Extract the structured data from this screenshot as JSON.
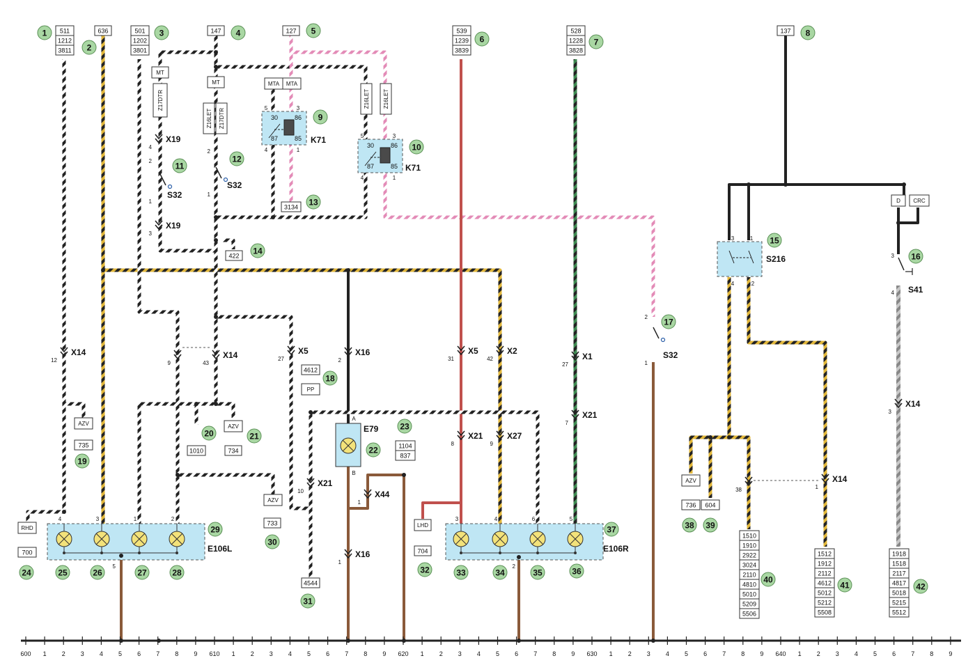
{
  "callouts": [
    "1",
    "2",
    "3",
    "4",
    "5",
    "6",
    "7",
    "8",
    "9",
    "10",
    "11",
    "12",
    "13",
    "14",
    "15",
    "16",
    "17",
    "18",
    "19",
    "20",
    "21",
    "22",
    "23",
    "24",
    "25",
    "26",
    "27",
    "28",
    "29",
    "30",
    "31",
    "32",
    "33",
    "34",
    "35",
    "36",
    "37",
    "38",
    "39",
    "40",
    "41",
    "42"
  ],
  "top_boxes": [
    [
      "511",
      "1212",
      "3811"
    ],
    [
      "636"
    ],
    [
      "501",
      "1202",
      "3801"
    ],
    [
      "147"
    ],
    [
      "127"
    ],
    [
      "539",
      "1239",
      "3839"
    ],
    [
      "528",
      "1228",
      "3828"
    ],
    [
      "137"
    ]
  ],
  "bottom_boxes": {
    "b700": [
      "700"
    ],
    "b735": [
      "735"
    ],
    "b1010": [
      "1010"
    ],
    "b734": [
      "734"
    ],
    "b733": [
      "733"
    ],
    "b4544": [
      "4544"
    ],
    "b4612": [
      "4612"
    ],
    "b1104": [
      "1104",
      "837"
    ],
    "b704": [
      "704"
    ],
    "b3134": [
      "3134"
    ],
    "b422": [
      "422"
    ],
    "b736": [
      "736"
    ],
    "b604": [
      "604"
    ],
    "b40": [
      "1510",
      "1910",
      "2922",
      "3024",
      "2110",
      "4810",
      "5010",
      "5209",
      "5506"
    ],
    "b41": [
      "1512",
      "1912",
      "2112",
      "4612",
      "5012",
      "5212",
      "5508"
    ],
    "b42": [
      "1918",
      "1518",
      "2117",
      "4817",
      "5018",
      "5215",
      "5512"
    ]
  },
  "option_labels": {
    "mt1": "MT",
    "mt2": "MT",
    "mta1": "MTA",
    "mta2": "MTA",
    "z17dtr": "Z17DTR",
    "z16let_a": "Z16LET",
    "z17dtr_b": "Z17DTR",
    "z16let_b": "Z16LET",
    "z16let_c": "Z16LET",
    "azv1": "AZV",
    "azv2": "AZV",
    "azv3": "AZV",
    "azv4": "AZV",
    "rhd": "RHD",
    "lhd": "LHD",
    "pp": "PP",
    "d": "D",
    "crc": "CRC"
  },
  "components": {
    "k71a": "K71",
    "k71b": "K71",
    "s32a": "S32",
    "s32b": "S32",
    "s32c": "S32",
    "s216": "S216",
    "s41": "S41",
    "e79": "E79",
    "e106l": "E106L",
    "e106r": "E106R"
  },
  "connectors": {
    "x19a": "X19",
    "x19b": "X19",
    "x14a": "X14",
    "x14b": "X14",
    "x14c": "X14",
    "x14d": "X14",
    "x5a": "X5",
    "x5b": "X5",
    "x16a": "X16",
    "x16b": "X16",
    "x2": "X2",
    "x1": "X1",
    "x21a": "X21",
    "x21b": "X21",
    "x21c": "X21",
    "x27": "X27",
    "x44": "X44"
  },
  "pins": {
    "relay": [
      "5",
      "3",
      "30",
      "86",
      "87",
      "85",
      "4",
      "1"
    ],
    "p4": "4",
    "p2": "2",
    "p1": "1",
    "p3": "3",
    "p12": "12",
    "p9": "9",
    "p43": "43",
    "p27": "27",
    "p31": "31",
    "p42": "42",
    "p8": "8",
    "p10": "10",
    "p7": "7",
    "p38": "38",
    "pA": "A",
    "pB": "B",
    "p6": "6",
    "p5": "5"
  },
  "ruler": [
    "600",
    "1",
    "2",
    "3",
    "4",
    "5",
    "6",
    "7",
    "8",
    "9",
    "610",
    "1",
    "2",
    "3",
    "4",
    "5",
    "6",
    "7",
    "8",
    "9",
    "620",
    "1",
    "2",
    "3",
    "4",
    "5",
    "6",
    "7",
    "8",
    "9",
    "630",
    "1",
    "2",
    "3",
    "4",
    "5",
    "6",
    "7",
    "8",
    "9",
    "640",
    "1",
    "2",
    "3",
    "4",
    "5",
    "6",
    "7",
    "8",
    "9"
  ],
  "colors": {
    "callout_fill": "#a9d7a3",
    "component_fill": "#bfe6f4",
    "ground": "#8a5a3a",
    "pink": "#e38bb7",
    "green": "#3f8a52",
    "yellow": "#e2b73a"
  }
}
